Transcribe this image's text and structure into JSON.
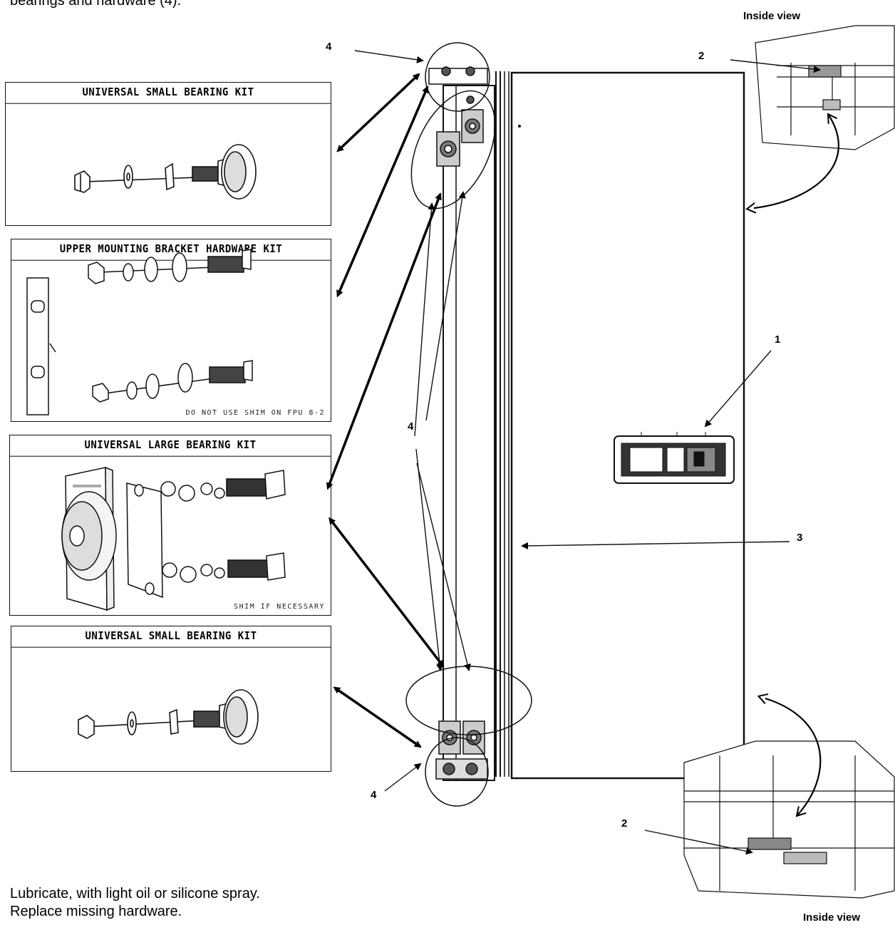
{
  "intro_text": "bearings and hardware (4).",
  "inside_view_top": "Inside view",
  "inside_view_bottom": "Inside view",
  "callouts": {
    "c4_top": "4",
    "c2_top": "2",
    "c1": "1",
    "c3": "3",
    "c4_mid": "4",
    "c4_bottom": "4",
    "c2_bottom": "2"
  },
  "kits": {
    "small_top": {
      "title": "UNIVERSAL SMALL BEARING KIT"
    },
    "upper_bracket": {
      "title": "UPPER MOUNTING BRACKET HARDWARE KIT",
      "note": "DO NOT USE SHIM ON FPU 8-2"
    },
    "large": {
      "title": "UNIVERSAL LARGE BEARING KIT",
      "note": "SHIM IF NECESSARY"
    },
    "small_bottom": {
      "title": "UNIVERSAL SMALL BEARING KIT"
    }
  },
  "footer": {
    "line1": "Lubricate, with light oil or silicone spray.",
    "line2": "Replace missing hardware."
  }
}
